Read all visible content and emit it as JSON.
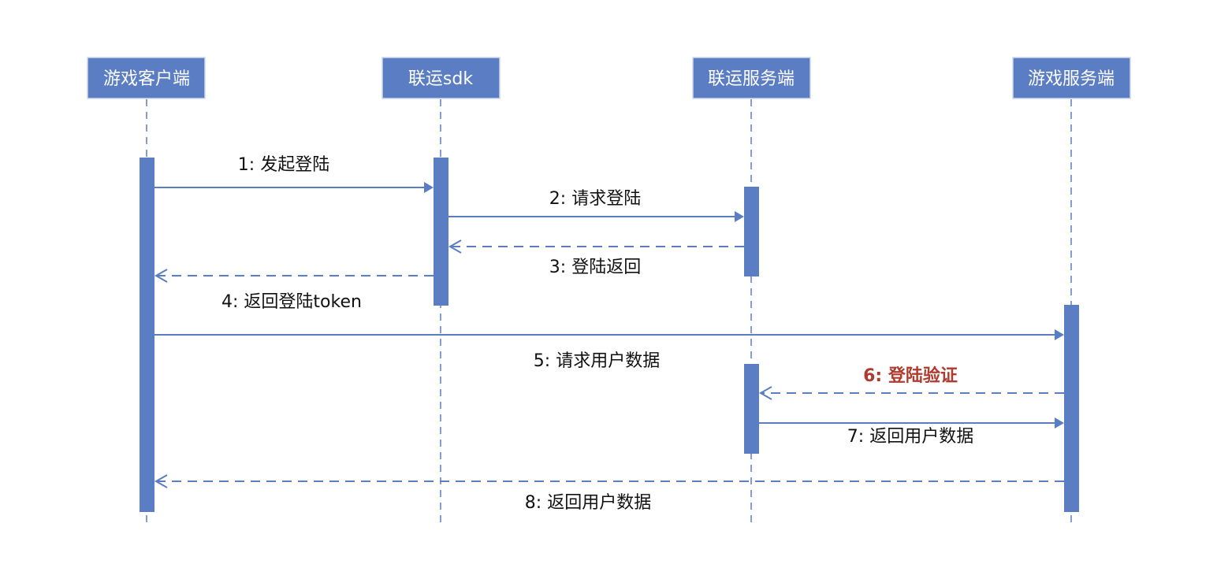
{
  "participants": [
    {
      "id": "game_client",
      "label": "游戏客户端"
    },
    {
      "id": "sdk",
      "label": "联运sdk"
    },
    {
      "id": "union_server",
      "label": "联运服务端"
    },
    {
      "id": "game_server",
      "label": "游戏服务端"
    }
  ],
  "messages": [
    {
      "label": "1: 发起登陆",
      "from": "game_client",
      "to": "sdk",
      "style": "solid"
    },
    {
      "label": "2: 请求登陆",
      "from": "sdk",
      "to": "union_server",
      "style": "solid"
    },
    {
      "label": "3: 登陆返回",
      "from": "union_server",
      "to": "sdk",
      "style": "dashed"
    },
    {
      "label": "4: 返回登陆token",
      "from": "sdk",
      "to": "game_client",
      "style": "dashed"
    },
    {
      "label": "5: 请求用户数据",
      "from": "game_client",
      "to": "game_server",
      "style": "solid"
    },
    {
      "label": "6: 登陆验证",
      "from": "game_server",
      "to": "union_server",
      "style": "dashed",
      "highlight": true
    },
    {
      "label": "7: 返回用户数据",
      "from": "union_server",
      "to": "game_server",
      "style": "solid"
    },
    {
      "label": "8: 返回用户数据",
      "from": "game_server",
      "to": "game_client",
      "style": "dashed"
    }
  ],
  "colors": {
    "primary": "#5b7dc4",
    "highlight": "#b03a2e",
    "text": "#111111"
  }
}
